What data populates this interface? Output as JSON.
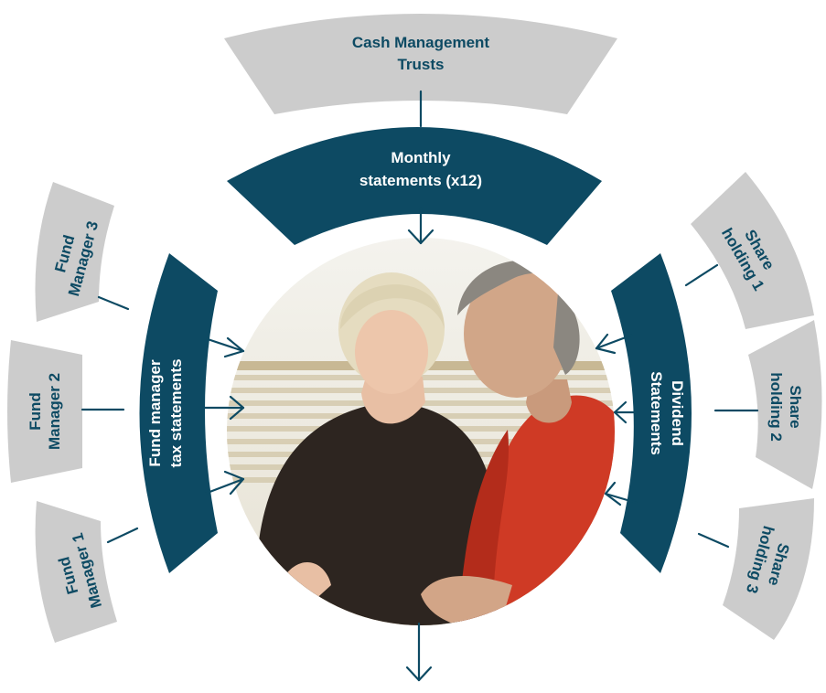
{
  "colors": {
    "dark_band": "#0d4a63",
    "grey_tab": "#cccccc",
    "connector": "#0d4a63",
    "text_on_dark": "#ffffff",
    "text_on_grey": "#0d4a63"
  },
  "top": {
    "source_line1": "Cash Management",
    "source_line2": "Trusts",
    "band_line1": "Monthly",
    "band_line2": "statements (x12)"
  },
  "left": {
    "band_line1": "Fund manager",
    "band_line2": "tax statements",
    "tabs": [
      {
        "line1": "Fund",
        "line2": "Manager 3"
      },
      {
        "line1": "Fund",
        "line2": "Manager 2"
      },
      {
        "line1": "Fund",
        "line2": "Manager 1"
      }
    ]
  },
  "right": {
    "band_line1": "Dividend",
    "band_line2": "Statements",
    "tabs": [
      {
        "line1": "Share",
        "line2": "holding 1"
      },
      {
        "line1": "Share",
        "line2": "holding 2"
      },
      {
        "line1": "Share",
        "line2": "holding 3"
      }
    ]
  },
  "center_image": {
    "icon": "photo-couple-reviewing-documents"
  }
}
